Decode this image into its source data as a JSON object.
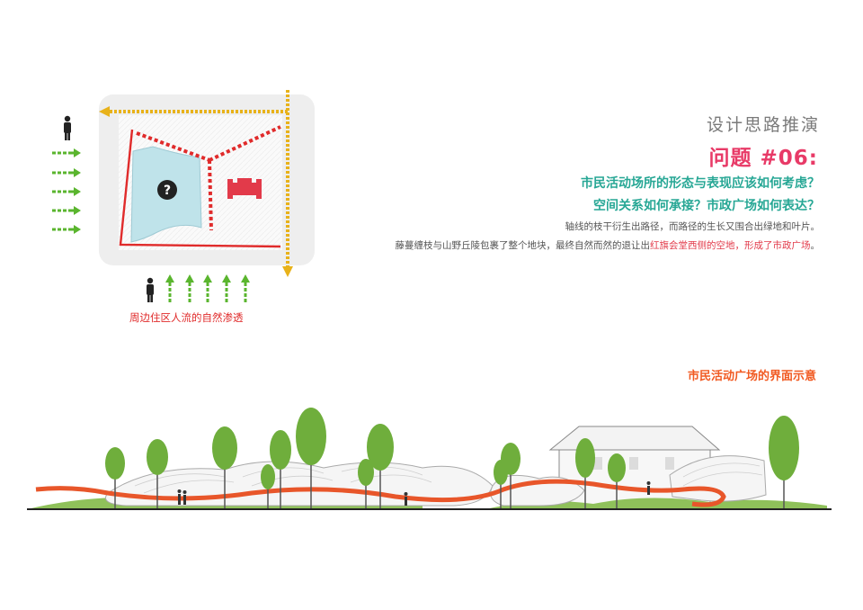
{
  "heading": {
    "title": "设计思路推演",
    "question_number": "问题 #06:",
    "questions": [
      "市民活动场所的形态与表现应该如何考虑？",
      "空间关系如何承接？市政广场如何表达？"
    ],
    "description": {
      "line1": "轴线的枝干衍生出路径，而路径的生长又围合出绿地和叶片。",
      "line2_prefix": "藤蔓缠枝与山野丘陵包裹了整个地块，最终自然而然的退让出",
      "line2_highlight": "红旗会堂西侧的空地，形成了市政广场",
      "line2_suffix": "。"
    }
  },
  "diagram": {
    "caption": "周边住区人流的自然渗透",
    "question_mark": "?",
    "colors": {
      "flow_arrows": "#5ab52e",
      "axis_arrow": "#e8b21a",
      "red_path": "#e02b2b",
      "pond": "#bfe3ea"
    }
  },
  "section": {
    "title": "市民活动广场的界面示意",
    "colors": {
      "walkway": "#e8562a",
      "trees": "#6fae3c",
      "ground": "#222222"
    }
  }
}
